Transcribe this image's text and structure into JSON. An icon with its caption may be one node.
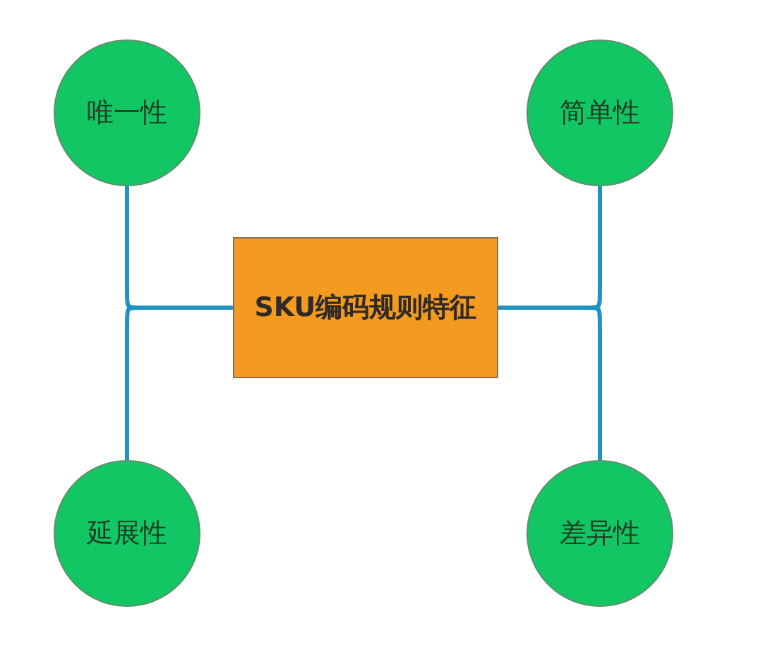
{
  "diagram": {
    "nodes": [
      {
        "text": [
          "唯一性"
        ]
      },
      {
        "text": [
          "简单性"
        ]
      },
      {
        "text": [
          "SKU编码规则特征"
        ]
      },
      {
        "text": [
          "延展性"
        ]
      },
      {
        "text": [
          "差异性"
        ]
      }
    ],
    "edges": [
      {
        "from": 2,
        "to": 0,
        "arrow": "none"
      },
      {
        "from": 2,
        "to": 1,
        "arrow": "none"
      },
      {
        "from": 2,
        "to": 3,
        "arrow": "none"
      },
      {
        "from": 2,
        "to": 4,
        "arrow": "none"
      }
    ]
  }
}
